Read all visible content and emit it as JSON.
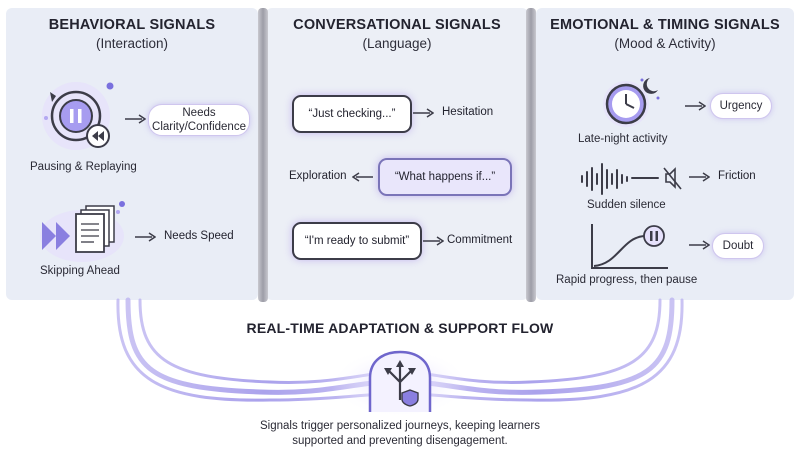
{
  "columns": [
    {
      "title": "BEHAVIORAL SIGNALS",
      "subtitle": "(Interaction)"
    },
    {
      "title": "CONVERSATIONAL SIGNALS",
      "subtitle": "(Language)"
    },
    {
      "title": "EMOTIONAL & TIMING SIGNALS",
      "subtitle": "(Mood & Activity)"
    }
  ],
  "behavioral": {
    "pausing_label": "Pausing & Replaying",
    "pausing_outcome_line1": "Needs",
    "pausing_outcome_line2": "Clarity/Confidence",
    "skipping_label": "Skipping Ahead",
    "skipping_outcome": "Needs Speed"
  },
  "conversational": {
    "row1_quote": "“Just checking...”",
    "row1_outcome": "Hesitation",
    "row2_outcome": "Exploration",
    "row2_quote": "“What happens if...”",
    "row3_quote": "“I'm ready to submit”",
    "row3_outcome": "Commitment"
  },
  "emotional": {
    "late_night_label": "Late-night activity",
    "late_night_outcome": "Urgency",
    "silence_label": "Sudden silence",
    "silence_outcome": "Friction",
    "progress_label": "Rapid progress, then pause",
    "progress_outcome": "Doubt"
  },
  "flow": {
    "title": "REAL-TIME ADAPTATION & SUPPORT FLOW",
    "caption_line1": "Signals trigger personalized journeys, keeping learners",
    "caption_line2": "supported and preventing disengagement."
  },
  "colors": {
    "accent_purple": "#8a7fe0",
    "light_purple": "#e9e6fb",
    "panel_bg": "#e9edf6",
    "dark_outline": "#3c3c48"
  }
}
